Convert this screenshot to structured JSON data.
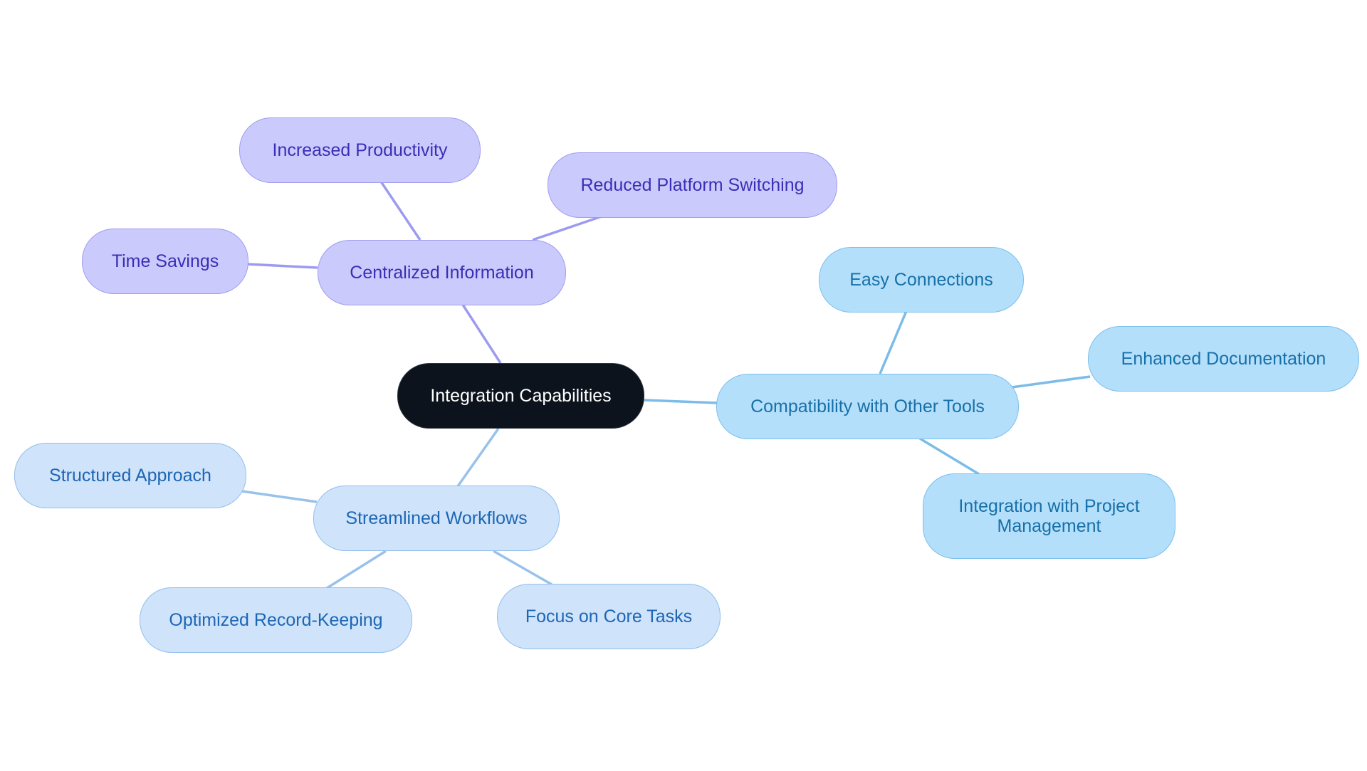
{
  "colors": {
    "root_fill": "#0d131c",
    "purple_fill": "#cbcafc",
    "purple_line": "#9d9bef",
    "blue_fill": "#b4dffb",
    "blue_line": "#7bbce8",
    "lightblue_fill": "#cfe3fa",
    "lightblue_line": "#98c2ea"
  },
  "nodes": {
    "root": "Integration Capabilities",
    "centralized": "Centralized Information",
    "increased_productivity": "Increased Productivity",
    "reduced_switching": "Reduced Platform Switching",
    "time_savings": "Time Savings",
    "compatibility": "Compatibility with Other Tools",
    "easy_connections": "Easy Connections",
    "enhanced_documentation": "Enhanced Documentation",
    "project_management": "Integration with Project Management",
    "streamlined": "Streamlined Workflows",
    "structured_approach": "Structured Approach",
    "record_keeping": "Optimized Record-Keeping",
    "core_tasks": "Focus on Core Tasks"
  }
}
